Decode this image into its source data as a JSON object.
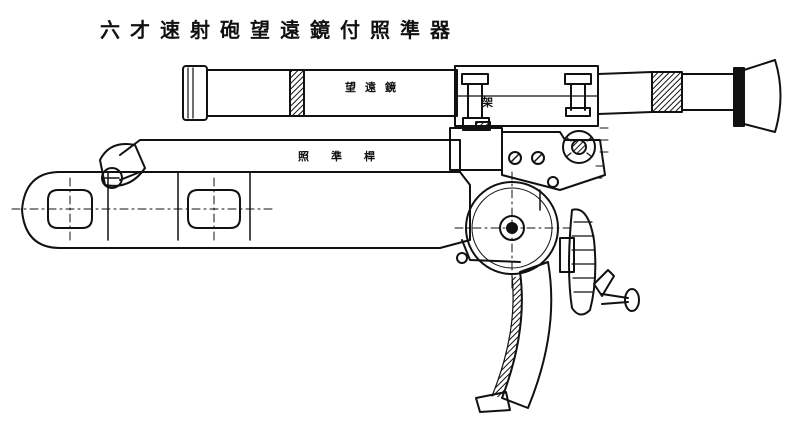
{
  "diagram": {
    "title": "六才速射砲望遠鏡付照準器",
    "labels": {
      "telescope": "望遠鏡",
      "mount": "架",
      "sighting_arm": "照準桿"
    }
  },
  "colors": {
    "ink": "#111111",
    "paper": "#ffffff"
  }
}
